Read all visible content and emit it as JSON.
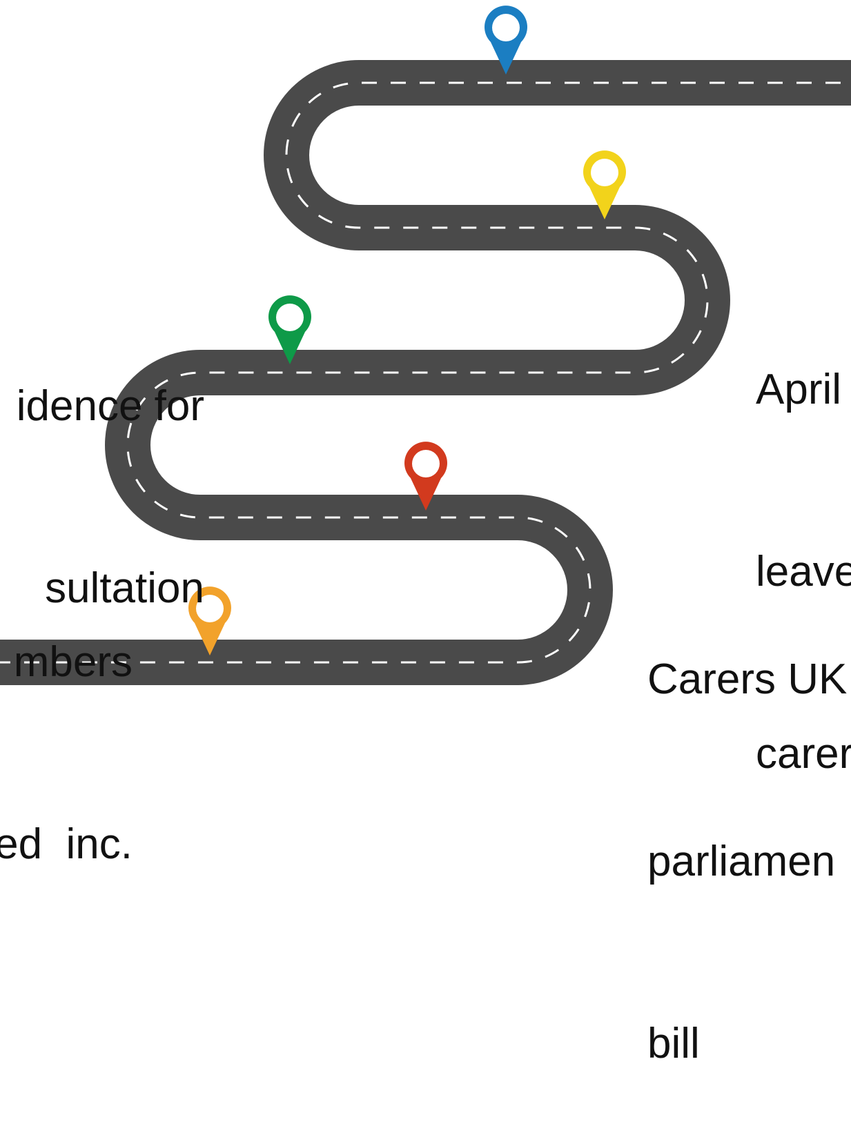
{
  "road": {
    "color": "#4a4a4a",
    "dash_color": "#ffffff"
  },
  "pins": [
    {
      "name": "blue-pin-icon",
      "color": "#1b7ec2"
    },
    {
      "name": "yellow-pin-icon",
      "color": "#f2d31b"
    },
    {
      "name": "green-pin-icon",
      "color": "#0e9a48"
    },
    {
      "name": "red-pin-icon",
      "color": "#d23a1e"
    },
    {
      "name": "orange-pin-icon",
      "color": "#f2a22b"
    }
  ],
  "labels": {
    "left_upper": [
      "idence for",
      "sultation"
    ],
    "left_lower": [
      "mbers",
      "ed  inc."
    ],
    "right_upper": [
      "April",
      "leave",
      "carer"
    ],
    "right_lower": [
      "Carers UK",
      "parliamen",
      "bill"
    ]
  }
}
